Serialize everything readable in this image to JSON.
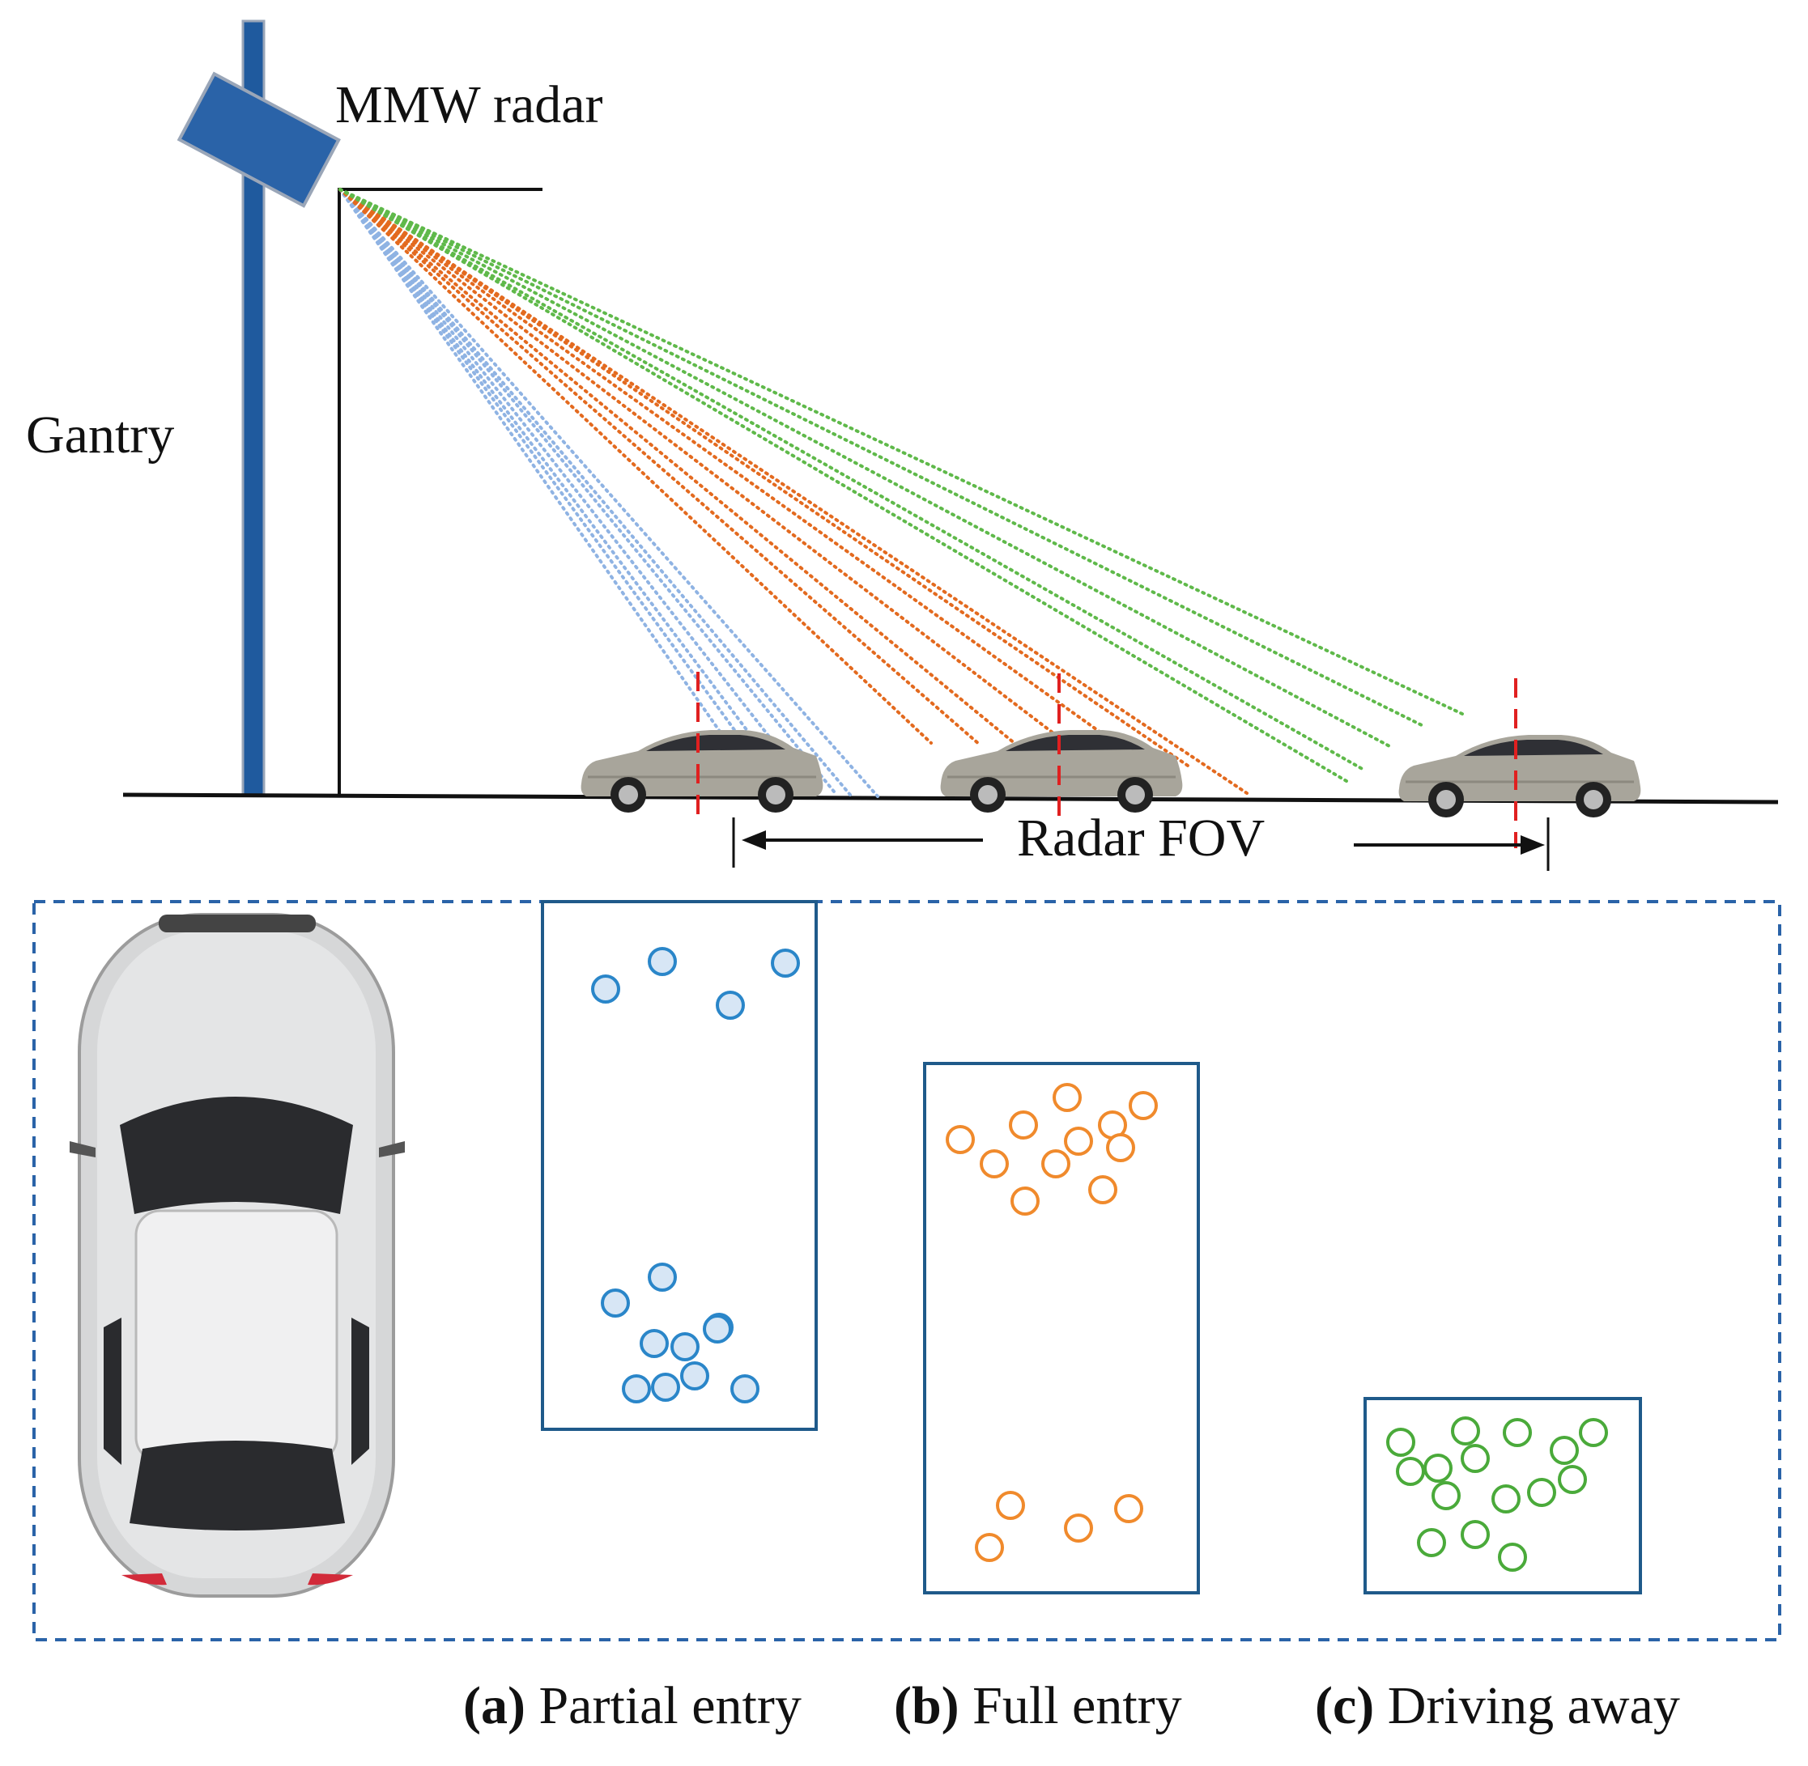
{
  "labels": {
    "radar": "MMW radar",
    "gantry": "Gantry",
    "fov": "Radar FOV"
  },
  "captions": [
    {
      "tag": "(a)",
      "text": "Partial entry"
    },
    {
      "tag": "(b)",
      "text": "Full entry"
    },
    {
      "tag": "(c)",
      "text": "Driving away"
    }
  ],
  "colors": {
    "pole": "#1f5a9e",
    "radar_box": "#2a63a8",
    "beam_partial": "#8fb3e3",
    "beam_full": "#e36a1f",
    "beam_away": "#5fb94a",
    "points_partial": "#2a86c9",
    "points_partial_fill": "#d7e6f5",
    "points_full": "#f08a2c",
    "points_away": "#4aaa3a",
    "fov_marker": "#e02020",
    "cluster_box": "#1f5a8a",
    "dashed_frame": "#2a63a8"
  },
  "icons": {
    "radar": "radar-sensor-icon",
    "side_car": "car-side-icon",
    "top_car": "car-top-view-icon"
  }
}
